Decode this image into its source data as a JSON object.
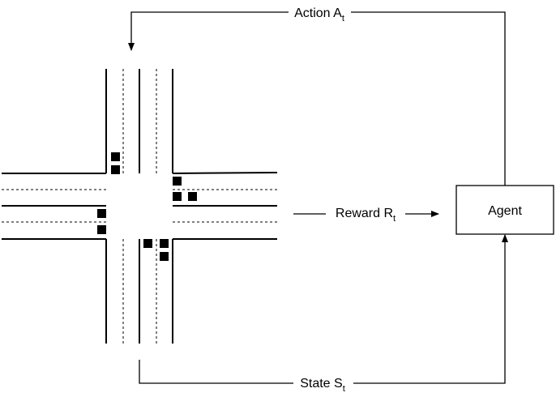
{
  "action": {
    "label": "Action A",
    "subscript": "t"
  },
  "reward": {
    "label": "Reward R",
    "subscript": "t"
  },
  "state": {
    "label": "State S",
    "subscript": "t"
  },
  "agent": {
    "label": "Agent"
  },
  "colors": {
    "line": "#000000",
    "background": "#ffffff",
    "vehicle": "#000000"
  }
}
